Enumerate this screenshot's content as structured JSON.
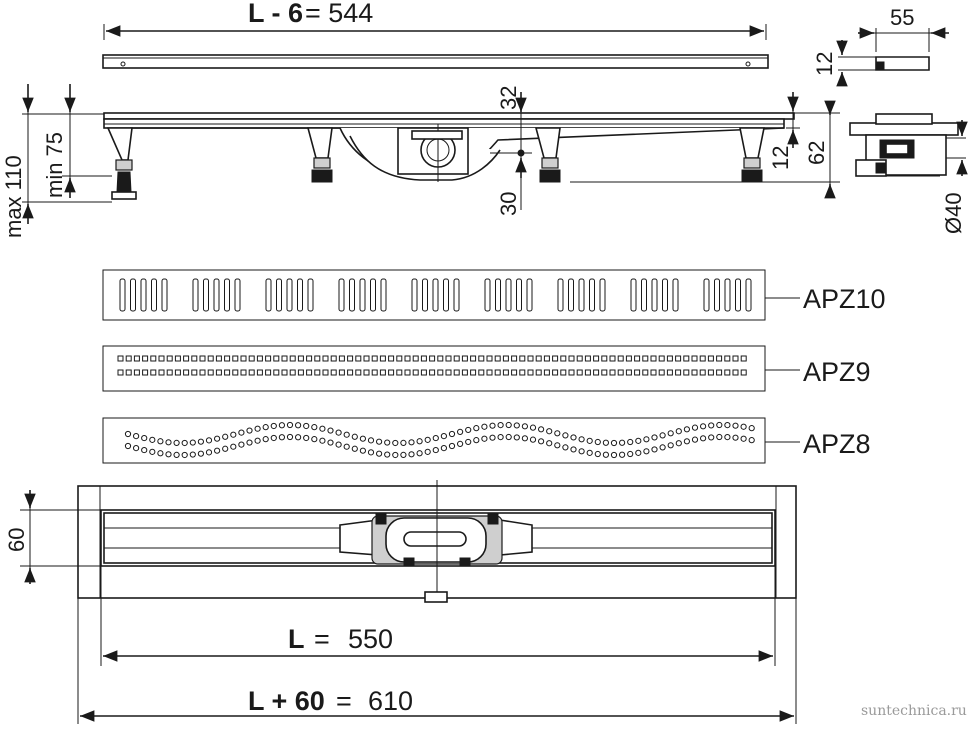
{
  "dimensions": {
    "top_length_expr": "L - 6",
    "top_length_eq": "= 544",
    "side_width": "55",
    "side_height": "12",
    "max_height": "max 110",
    "min_height": "min 75",
    "height_32": "32",
    "height_30": "30",
    "height_12": "12",
    "height_62": "62",
    "outlet_diameter": "Ø40",
    "plan_width": "60",
    "length_L_expr": "L",
    "length_L_eq": "=",
    "length_L_value": "550",
    "length_L60_expr": "L + 60",
    "length_L60_eq": "=",
    "length_L60_value": "610"
  },
  "gratings": [
    {
      "code": "APZ10",
      "pattern": "slots"
    },
    {
      "code": "APZ9",
      "pattern": "squares"
    },
    {
      "code": "APZ8",
      "pattern": "wave-dots"
    }
  ],
  "watermark": "suntechnica.ru"
}
